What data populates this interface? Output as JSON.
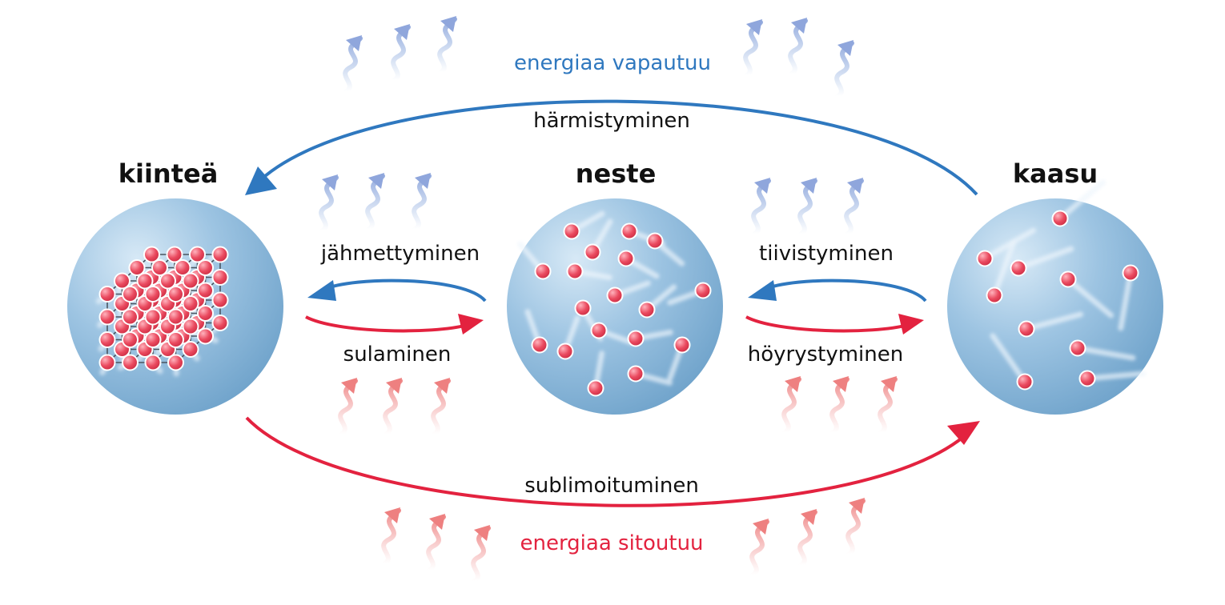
{
  "states": {
    "solid": "kiinteä",
    "liquid": "neste",
    "gas": "kaasu"
  },
  "processes": {
    "deposition": "härmistyminen",
    "freezing": "jähmettyminen",
    "melting": "sulaminen",
    "condensation": "tiivistyminen",
    "vaporization": "höyrystyminen",
    "sublimation": "sublimoituminen"
  },
  "energy": {
    "released": "energiaa vapautuu",
    "absorbed": "energiaa sitoutuu"
  },
  "colors": {
    "release": "#2f78bf",
    "absorb": "#e3223f",
    "particle": "#e84a5f",
    "sphere": "#7fb0d6"
  }
}
